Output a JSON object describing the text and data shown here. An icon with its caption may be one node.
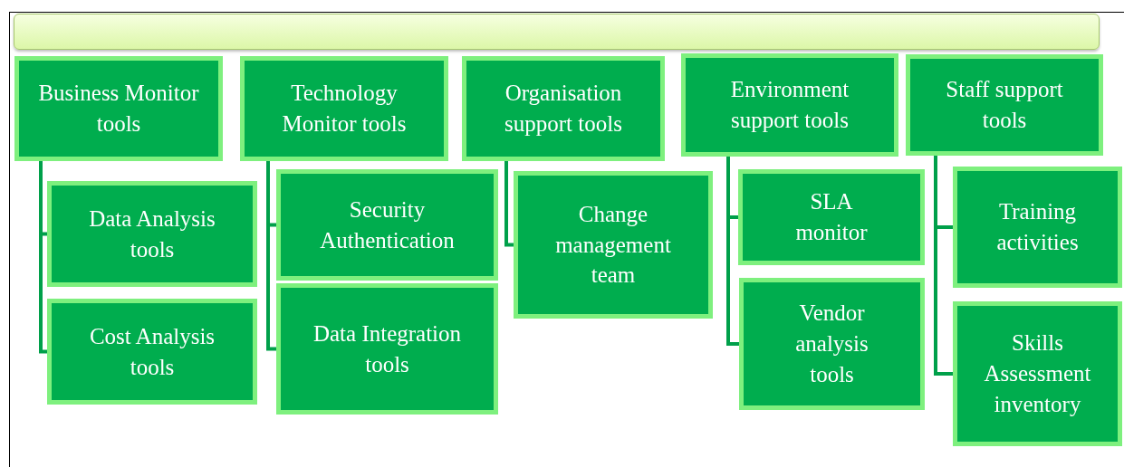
{
  "diagram": {
    "nodes": [
      {
        "text": [],
        "shape": "bar"
      },
      {
        "text": [
          "Business Monitor tools"
        ]
      },
      {
        "text": [
          "Data Analysis tools"
        ]
      },
      {
        "text": [
          "Cost Analysis tools"
        ]
      },
      {
        "text": [
          "Technology Monitor tools"
        ]
      },
      {
        "text": [
          "Security Authentication"
        ]
      },
      {
        "text": [
          "Data Integration tools"
        ]
      },
      {
        "text": [
          "Organisation support tools"
        ]
      },
      {
        "text": [
          "Change management team"
        ]
      },
      {
        "text": [
          "Environment support tools"
        ]
      },
      {
        "text": [
          "SLA monitor"
        ]
      },
      {
        "text": [
          "Vendor analysis tools"
        ]
      },
      {
        "text": [
          "Staff support tools"
        ]
      },
      {
        "text": [
          "Training activities"
        ]
      },
      {
        "text": [
          "Skills Assessment inventory"
        ]
      }
    ],
    "edges": [
      {
        "from": 1,
        "to": 2,
        "arrow": "none"
      },
      {
        "from": 1,
        "to": 3,
        "arrow": "none"
      },
      {
        "from": 4,
        "to": 5,
        "arrow": "none"
      },
      {
        "from": 4,
        "to": 6,
        "arrow": "none"
      },
      {
        "from": 7,
        "to": 8,
        "arrow": "none"
      },
      {
        "from": 9,
        "to": 10,
        "arrow": "none"
      },
      {
        "from": 9,
        "to": 11,
        "arrow": "none"
      },
      {
        "from": 12,
        "to": 13,
        "arrow": "none"
      },
      {
        "from": 12,
        "to": 14,
        "arrow": "none"
      }
    ]
  }
}
